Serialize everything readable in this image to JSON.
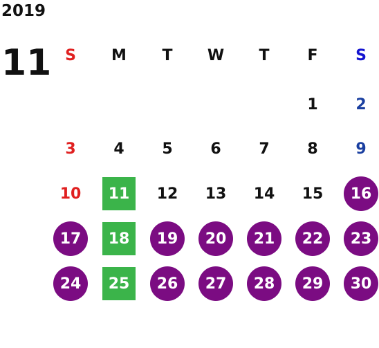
{
  "calendar": {
    "year": "2019",
    "month": "11",
    "weekday_headers": [
      {
        "label": "S",
        "color": "#e02020"
      },
      {
        "label": "M",
        "color": "#111111"
      },
      {
        "label": "T",
        "color": "#111111"
      },
      {
        "label": "W",
        "color": "#111111"
      },
      {
        "label": "T",
        "color": "#111111"
      },
      {
        "label": "F",
        "color": "#111111"
      },
      {
        "label": "S",
        "color": "#1414d0"
      }
    ],
    "colors": {
      "sunday": "#e02020",
      "saturday": "#1a3fa0",
      "weekday": "#111111",
      "highlight_circle": "#7b0c82",
      "highlight_square": "#3bb44a"
    },
    "days": [
      {
        "day": "1",
        "col": 5,
        "week": 0
      },
      {
        "day": "2",
        "col": 6,
        "week": 0
      },
      {
        "day": "3",
        "col": 0,
        "week": 1
      },
      {
        "day": "4",
        "col": 1,
        "week": 1
      },
      {
        "day": "5",
        "col": 2,
        "week": 1
      },
      {
        "day": "6",
        "col": 3,
        "week": 1
      },
      {
        "day": "7",
        "col": 4,
        "week": 1
      },
      {
        "day": "8",
        "col": 5,
        "week": 1
      },
      {
        "day": "9",
        "col": 6,
        "week": 1
      },
      {
        "day": "10",
        "col": 0,
        "week": 2
      },
      {
        "day": "11",
        "col": 1,
        "week": 2,
        "mark": "square"
      },
      {
        "day": "12",
        "col": 2,
        "week": 2
      },
      {
        "day": "13",
        "col": 3,
        "week": 2
      },
      {
        "day": "14",
        "col": 4,
        "week": 2
      },
      {
        "day": "15",
        "col": 5,
        "week": 2
      },
      {
        "day": "16",
        "col": 6,
        "week": 2,
        "mark": "circle"
      },
      {
        "day": "17",
        "col": 0,
        "week": 3,
        "mark": "circle"
      },
      {
        "day": "18",
        "col": 1,
        "week": 3,
        "mark": "square"
      },
      {
        "day": "19",
        "col": 2,
        "week": 3,
        "mark": "circle"
      },
      {
        "day": "20",
        "col": 3,
        "week": 3,
        "mark": "circle"
      },
      {
        "day": "21",
        "col": 4,
        "week": 3,
        "mark": "circle"
      },
      {
        "day": "22",
        "col": 5,
        "week": 3,
        "mark": "circle"
      },
      {
        "day": "23",
        "col": 6,
        "week": 3,
        "mark": "circle"
      },
      {
        "day": "24",
        "col": 0,
        "week": 4,
        "mark": "circle"
      },
      {
        "day": "25",
        "col": 1,
        "week": 4,
        "mark": "square"
      },
      {
        "day": "26",
        "col": 2,
        "week": 4,
        "mark": "circle"
      },
      {
        "day": "27",
        "col": 3,
        "week": 4,
        "mark": "circle"
      },
      {
        "day": "28",
        "col": 4,
        "week": 4,
        "mark": "circle"
      },
      {
        "day": "29",
        "col": 5,
        "week": 4,
        "mark": "circle"
      },
      {
        "day": "30",
        "col": 6,
        "week": 4,
        "mark": "circle"
      }
    ]
  }
}
